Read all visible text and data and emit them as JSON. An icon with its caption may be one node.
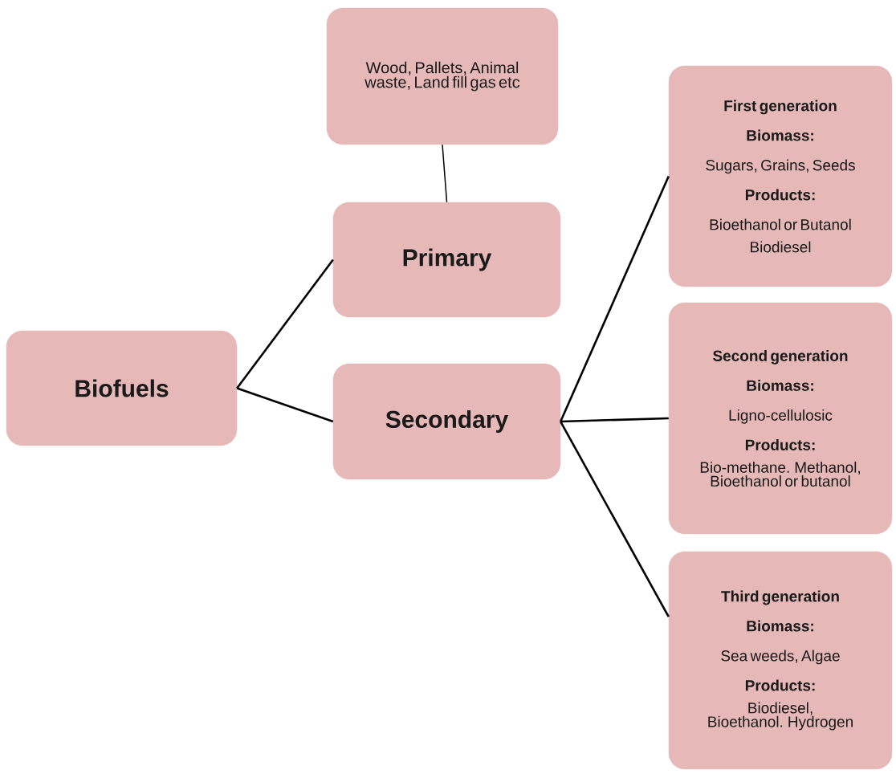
{
  "diagram": {
    "nodes": [
      {
        "text": [
          "Biofuels"
        ]
      },
      {
        "text": [
          "Wood, Pallets, Animal waste, Land fill gas etc"
        ]
      },
      {
        "text": [
          "Primary"
        ]
      },
      {
        "text": [
          "Secondary"
        ]
      },
      {
        "text": [
          "First generation",
          "Biomass:",
          "Sugars, Grains, Seeds",
          "Products:",
          "Bioethanol or Butanol",
          "Biodiesel"
        ]
      },
      {
        "text": [
          "Second generation",
          "Biomass:",
          "Ligno-cellulosic",
          "Products:",
          "Bio-methane. Methanol, Bioethanol or butanol"
        ]
      },
      {
        "text": [
          "Third  generation",
          "Biomass:",
          "Sea weeds, Algae",
          "Products:",
          "Biodiesel,  Bioethanol. Hydrogen"
        ]
      }
    ],
    "edges": [
      {
        "from": 1,
        "to": 2,
        "arrow": "none"
      },
      {
        "from": 0,
        "to": 2,
        "arrow": "none"
      },
      {
        "from": 0,
        "to": 3,
        "arrow": "none"
      },
      {
        "from": 3,
        "to": 4,
        "arrow": "none"
      },
      {
        "from": 3,
        "to": 5,
        "arrow": "none"
      },
      {
        "from": 3,
        "to": 6,
        "arrow": "none"
      }
    ]
  }
}
